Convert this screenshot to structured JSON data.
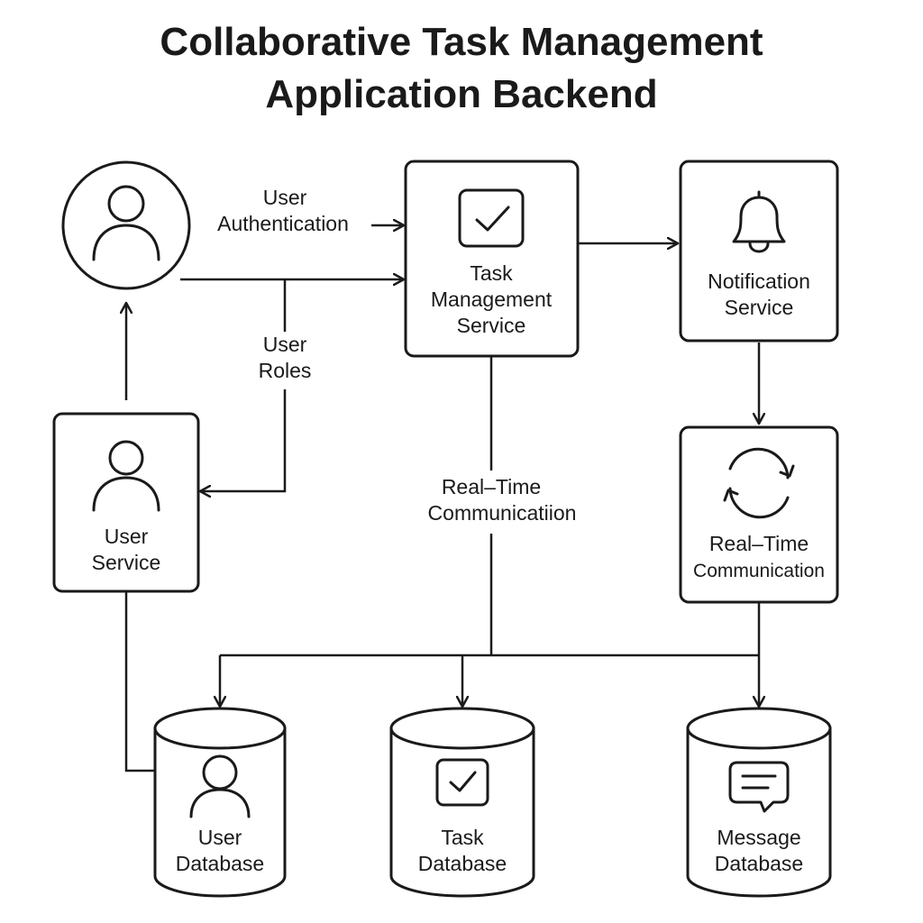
{
  "title": {
    "line1": "Collaborative Task Management",
    "line2": "Application Backend"
  },
  "nodes": {
    "user_actor": {
      "icon": "user-icon"
    },
    "user_service": {
      "line1": "User",
      "line2": "Service",
      "icon": "user-icon"
    },
    "task_service": {
      "line1": "Task",
      "line2": "Management",
      "line3": "Service",
      "icon": "checkbox-icon"
    },
    "notification_service": {
      "line1": "Notification",
      "line2": "Service",
      "icon": "bell-icon"
    },
    "realtime_service": {
      "line1": "Real–Time",
      "line2": "Communication",
      "icon": "sync-icon"
    },
    "user_db": {
      "line1": "User",
      "line2": "Database",
      "icon": "user-icon"
    },
    "task_db": {
      "line1": "Task",
      "line2": "Database",
      "icon": "checkbox-icon"
    },
    "message_db": {
      "line1": "Message",
      "line2": "Database",
      "icon": "chat-icon"
    }
  },
  "edges": {
    "auth": {
      "line1": "User",
      "line2": "Authentication"
    },
    "roles": {
      "line1": "User",
      "line2": "Roles"
    },
    "realtime": {
      "line1": "Real–Time",
      "line2": "Communicatiion"
    }
  }
}
